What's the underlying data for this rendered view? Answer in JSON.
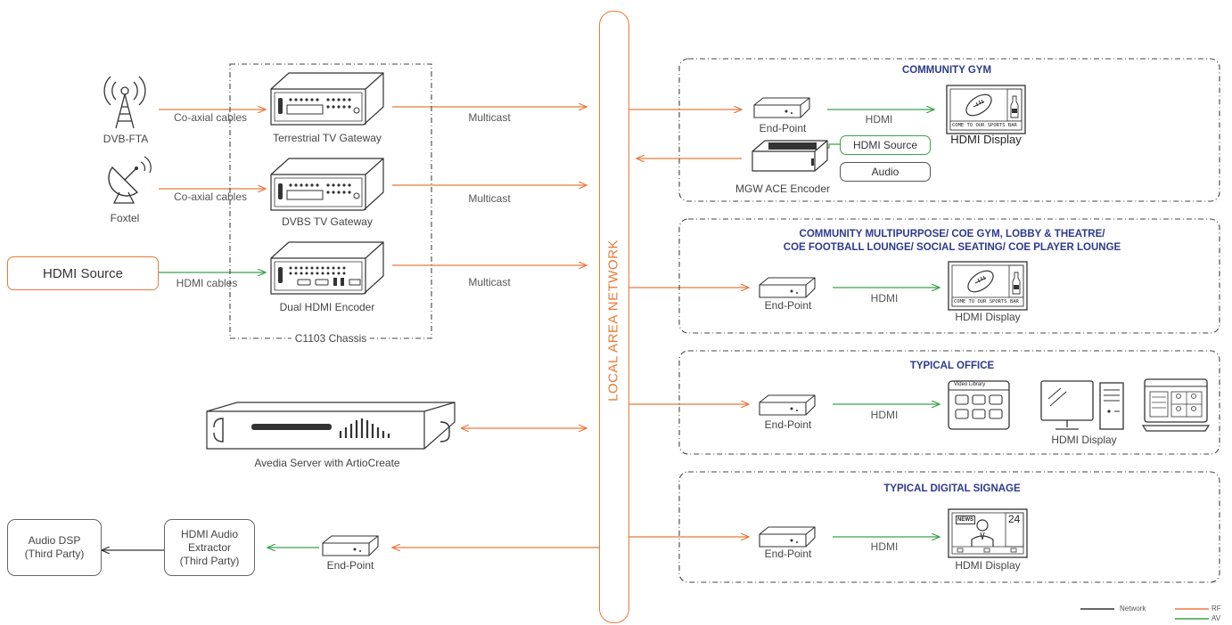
{
  "network_label": "LOCAL AREA NETWORK",
  "sources": {
    "dvb_fta": "DVB-FTA",
    "foxtel": "Foxtel",
    "hdmi_source": "HDMI Source"
  },
  "cables": {
    "coax1": "Co-axial cables",
    "coax2": "Co-axial cables",
    "hdmi": "HDMI cables"
  },
  "chassis": {
    "terrestrial": "Terrestrial TV Gateway",
    "dvbs": "DVBS TV Gateway",
    "dual_hdmi": "Dual HDMI Encoder",
    "label": "C1103 Chassis"
  },
  "multicast": [
    "Multicast",
    "Multicast",
    "Multicast"
  ],
  "server": "Avedia Server with ArtioCreate",
  "audio": {
    "dsp_line1": "Audio DSP",
    "dsp_line2": "(Third Party)",
    "extractor_line1": "HDMI Audio",
    "extractor_line2": "Extractor",
    "extractor_line3": "(Third Party)",
    "endpoint": "End-Point"
  },
  "zones": {
    "gym": {
      "title": "COMMUNITY GYM",
      "endpoint": "End-Point",
      "hdmi": "HDMI",
      "display": "HDMI Display",
      "encoder": "MGW ACE Encoder",
      "hdmi_source": "HDMI Source",
      "audio": "Audio",
      "screen_text": "COME TO OUR SPORTS BAR"
    },
    "multipurpose": {
      "title_line1": "COMMUNITY MULTIPURPOSE/ COE GYM, LOBBY & THEATRE/",
      "title_line2": "COE FOOTBALL LOUNGE/ SOCIAL SEATING/ COE PLAYER LOUNGE",
      "endpoint": "End-Point",
      "hdmi": "HDMI",
      "display": "HDMI Display",
      "screen_text": "COME TO OUR SPORTS BAR"
    },
    "office": {
      "title": "TYPICAL OFFICE",
      "endpoint": "End-Point",
      "hdmi": "HDMI",
      "display": "HDMI Display",
      "screen_text": "Video Library"
    },
    "signage": {
      "title": "TYPICAL DIGITAL SIGNAGE",
      "endpoint": "End-Point",
      "hdmi": "HDMI",
      "display": "HDMI Display",
      "news": "NEWS",
      "number": "24"
    }
  },
  "legend": {
    "network": "Network",
    "rf": "RF",
    "av": "AV"
  },
  "colors": {
    "rf": "#e87a3b",
    "av": "#3aa14a",
    "network": "#333333",
    "zone_title": "#2d3a8c"
  }
}
